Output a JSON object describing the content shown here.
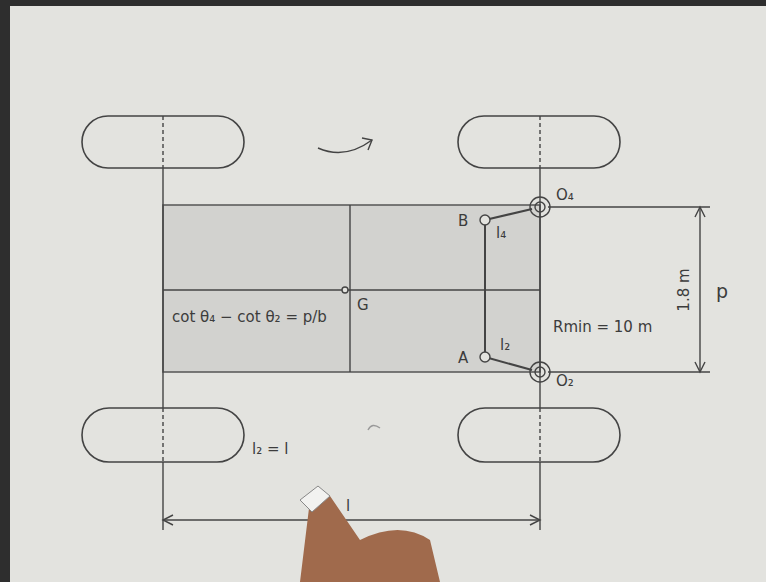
{
  "diagram": {
    "labels": [
      "B",
      "l₄",
      "O₄",
      "A",
      "l₂",
      "O₂",
      "G",
      "cot θ₄ − cot θ₂ = p/b",
      "Rmin = 10 m",
      "1.8 m",
      "p",
      "l₂ = l",
      "l"
    ]
  }
}
